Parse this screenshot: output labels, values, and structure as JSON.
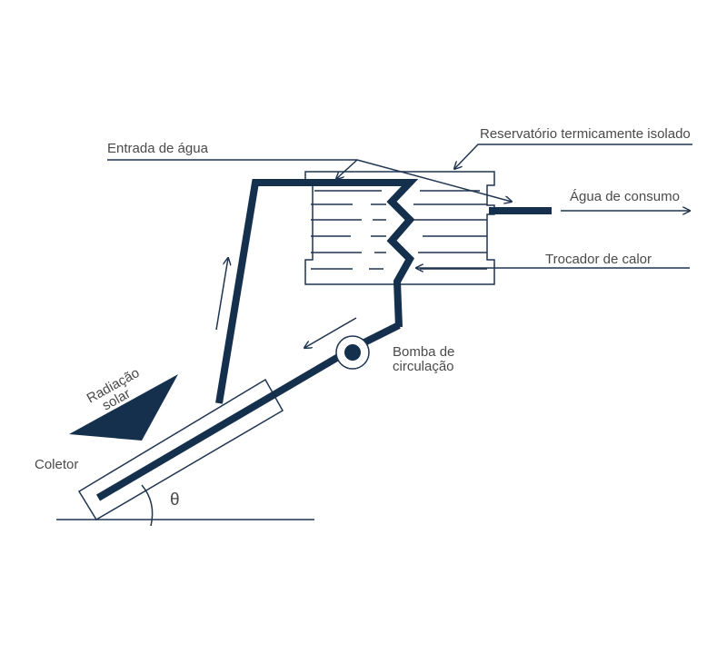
{
  "labels": {
    "water_inlet": "Entrada de água",
    "tank": "Reservatório termicamente isolado",
    "consumption": "Água de consumo",
    "heat_exchanger": "Trocador de calor",
    "pump_line1": "Bomba de",
    "pump_line2": "circulação",
    "radiation_line1": "Radiação",
    "radiation_line2": "solar",
    "collector": "Coletor",
    "angle": "θ"
  },
  "colors": {
    "pipe": "#14304d",
    "line": "#1f3550",
    "text": "#4a4a4a"
  }
}
